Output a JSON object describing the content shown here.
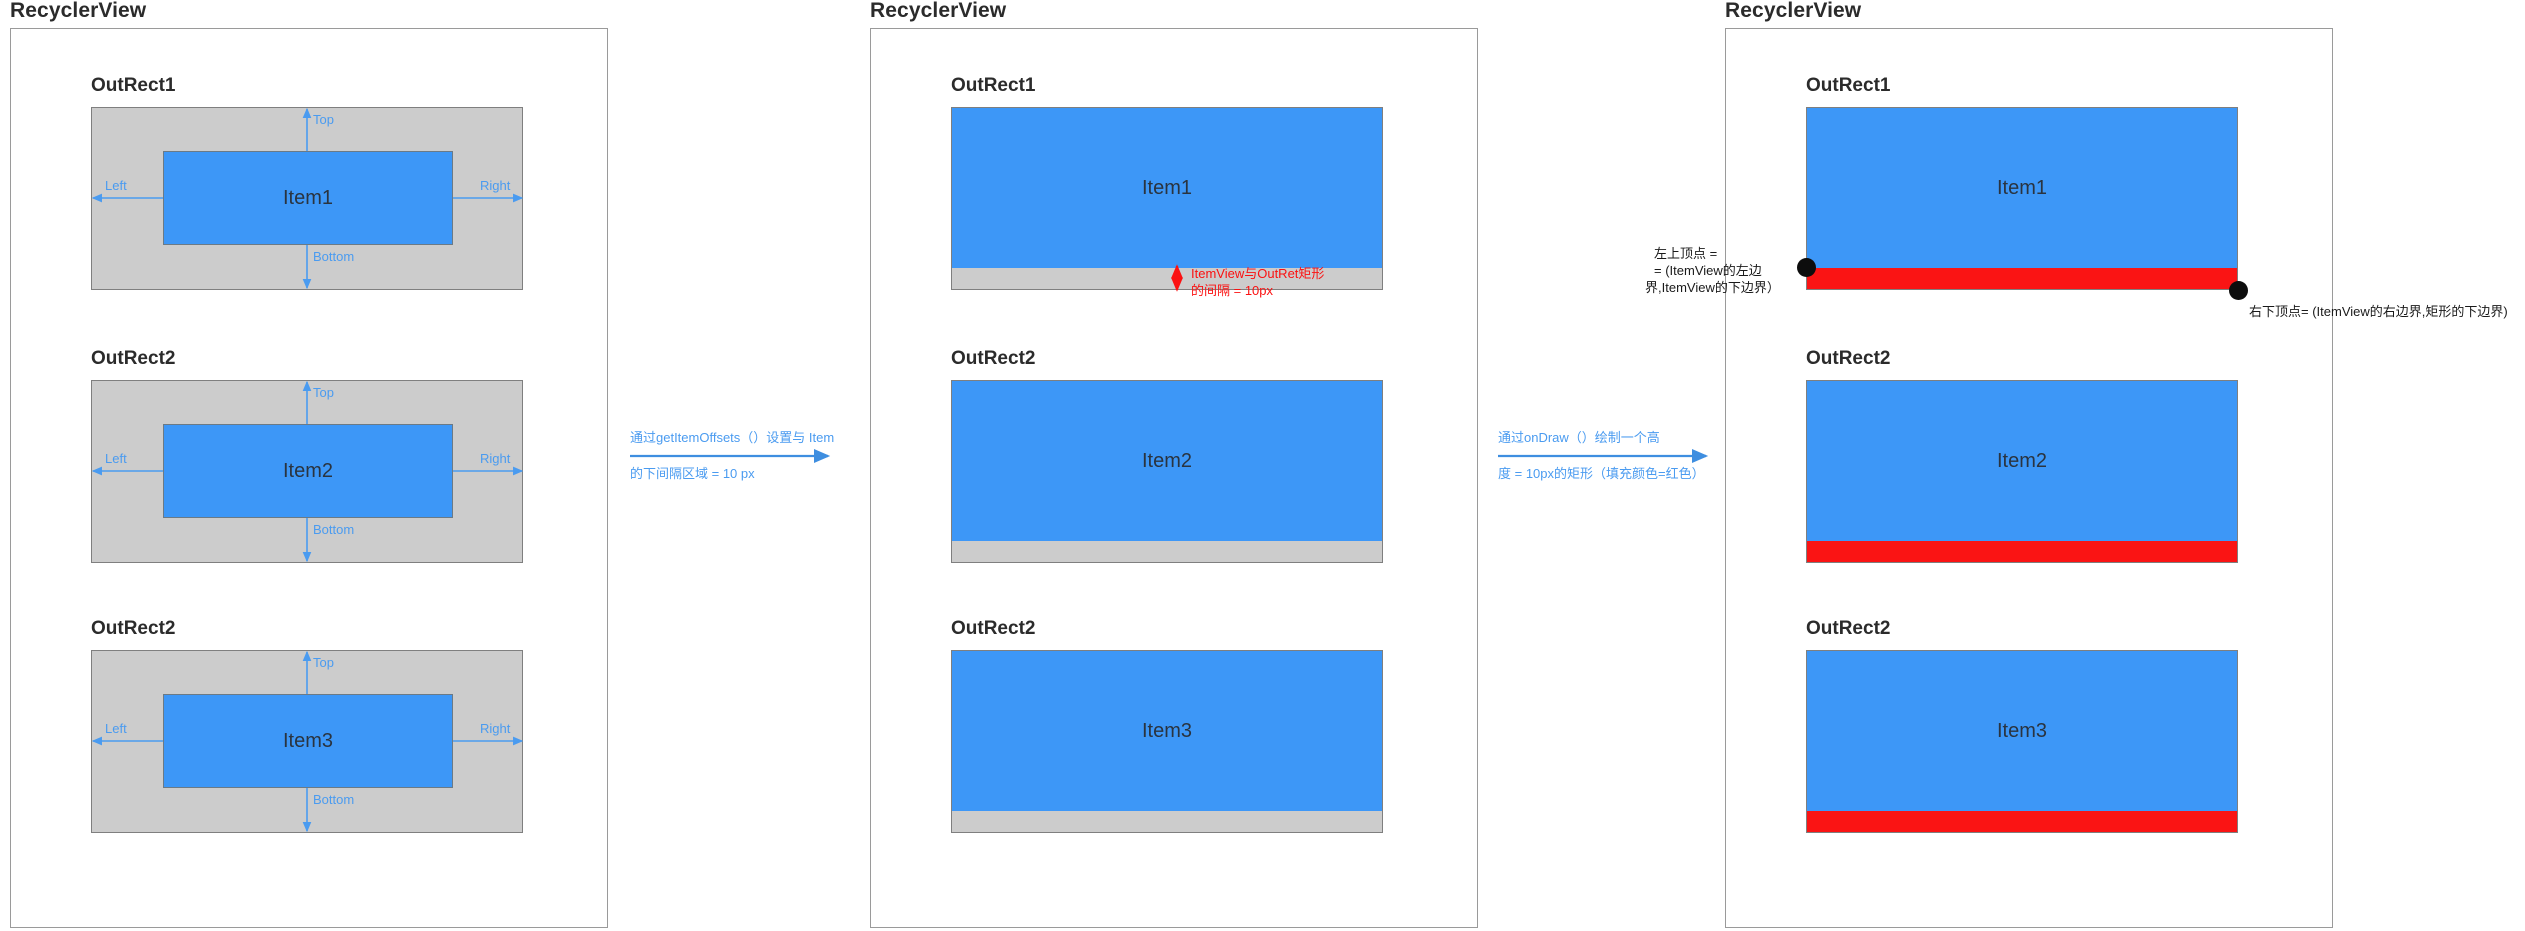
{
  "panels": [
    {
      "title": "RecyclerView",
      "blocks": [
        {
          "label": "OutRect1",
          "item": "Item1",
          "edges": {
            "top": "Top",
            "left": "Left",
            "right": "Right",
            "bottom": "Bottom"
          }
        },
        {
          "label": "OutRect2",
          "item": "Item2",
          "edges": {
            "top": "Top",
            "left": "Left",
            "right": "Right",
            "bottom": "Bottom"
          }
        },
        {
          "label": "OutRect2",
          "item": "Item3",
          "edges": {
            "top": "Top",
            "left": "Left",
            "right": "Right",
            "bottom": "Bottom"
          }
        }
      ]
    },
    {
      "title": "RecyclerView",
      "blocks": [
        {
          "label": "OutRect1",
          "item": "Item1"
        },
        {
          "label": "OutRect2",
          "item": "Item2"
        },
        {
          "label": "OutRect2",
          "item": "Item3"
        }
      ],
      "note_line1": "ItemView与OutRet矩形",
      "note_line2": "的间隔 = 10px"
    },
    {
      "title": "RecyclerView",
      "blocks": [
        {
          "label": "OutRect1",
          "item": "Item1"
        },
        {
          "label": "OutRect2",
          "item": "Item2"
        },
        {
          "label": "OutRect2",
          "item": "Item3"
        }
      ],
      "topleft_note_l1": "左上顶点 =",
      "topleft_note_l2": " = (ItemView的左边",
      "topleft_note_l3": "界,ItemView的下边界）",
      "bottomright_note": "右下顶点= (ItemView的右边界,矩形的下边界)"
    }
  ],
  "arrows": [
    {
      "line1": "通过getItemOffsets（）设置与 Item",
      "line2": "的下间隔区域 = 10 px"
    },
    {
      "line1": "通过onDraw（）绘制一个高",
      "line2": "度 = 10px的矩形（填充颜色=红色）"
    }
  ],
  "colors": {
    "item_blue": "#3d97f7",
    "outrect_gray": "#cccccc",
    "decoration_red": "#fa1414",
    "annotation_blue": "#4a9bf0",
    "dot_black": "#0d0d0d"
  }
}
